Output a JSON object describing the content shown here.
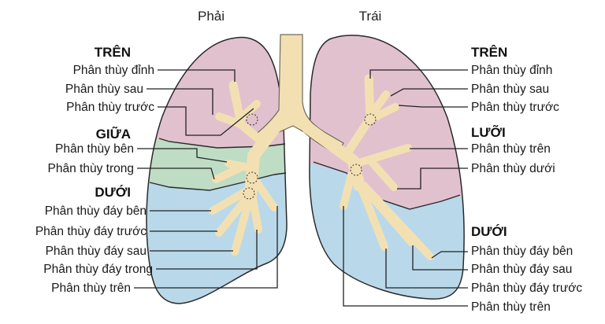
{
  "sides": {
    "right": "Phải",
    "left": "Trái"
  },
  "right_lung": {
    "upper": {
      "title": "TRÊN",
      "segments": [
        "Phân thùy đỉnh",
        "Phân thùy sau",
        "Phân thùy trước"
      ]
    },
    "middle": {
      "title": "GIỮA",
      "segments": [
        "Phân thùy bên",
        "Phân thùy trong"
      ]
    },
    "lower": {
      "title": "DƯỚI",
      "segments": [
        "Phân thùy đáy bên",
        "Phân thùy đáy trước",
        "Phân thùy đáy sau",
        "Phân thùy đáy trong",
        "Phân thùy trên"
      ]
    }
  },
  "left_lung": {
    "upper": {
      "title": "TRÊN",
      "segments": [
        "Phân thùy đỉnh",
        "Phân thùy sau",
        "Phân thùy trước"
      ]
    },
    "lingula": {
      "title": "LƯỠI",
      "segments": [
        "Phân thùy trên",
        "Phân thùy dưới"
      ]
    },
    "lower": {
      "title": "DƯỚI",
      "segments": [
        "Phân thùy đáy bên",
        "Phân thùy đáy sau",
        "Phân thùy đáy trước",
        "Phân thùy trên"
      ]
    }
  },
  "colors": {
    "upper_lobe": "#e2c1cf",
    "middle_lobe": "#bfdcc5",
    "lower_lobe": "#b9d9ea",
    "airway": "#f3e0b2",
    "outline": "#2a2a2a"
  }
}
